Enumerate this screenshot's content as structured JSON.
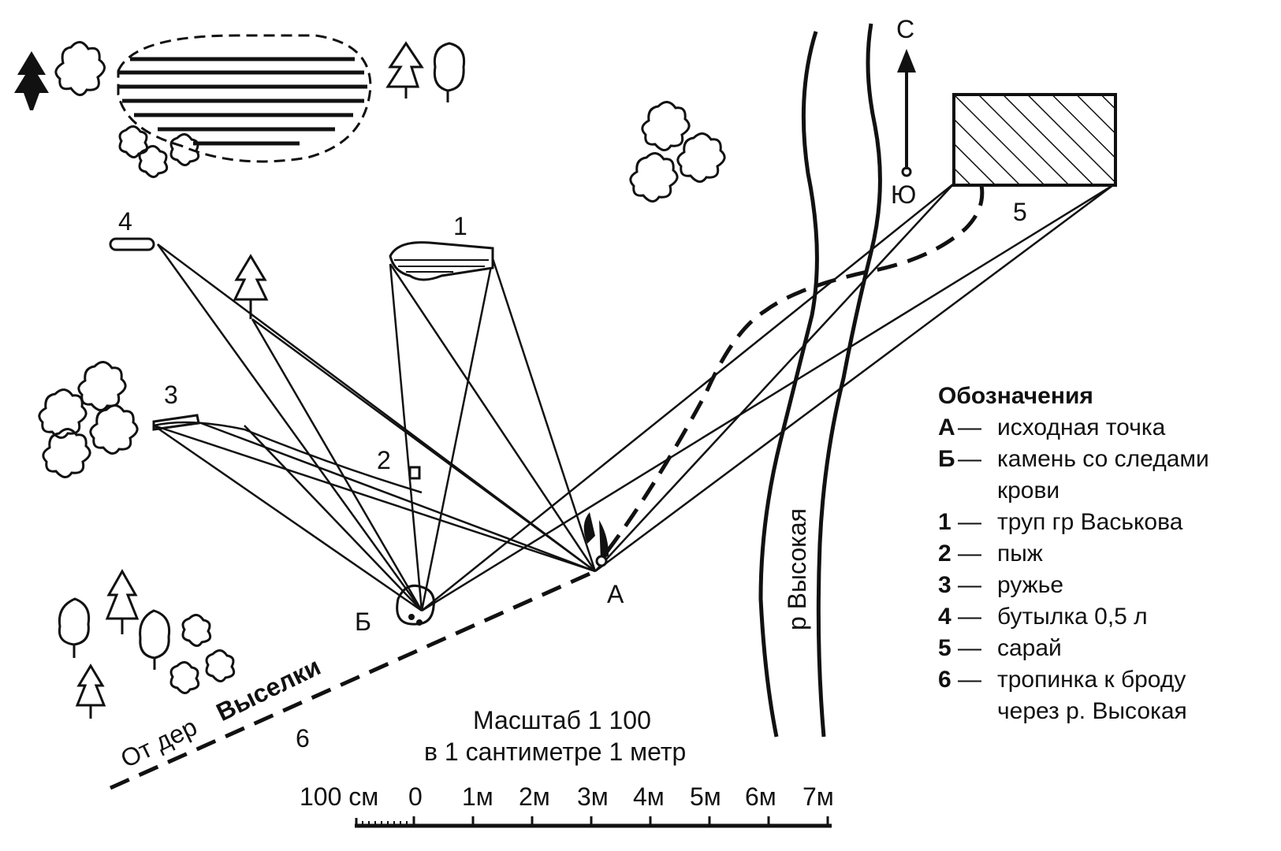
{
  "north": {
    "north_label": "С",
    "south_label": "Ю"
  },
  "points": {
    "a_label": "А",
    "b_label": "Б",
    "n1": "1",
    "n2": "2",
    "n3": "3",
    "n4": "4",
    "n5": "5",
    "n6": "6"
  },
  "river_label": "р Высокая",
  "path_label_prefix": "От дер",
  "path_label_village": "Выселки",
  "scale": {
    "title": "Масштаб 1 100",
    "subtitle": "в 1 сантиметре 1 метр",
    "ticks": [
      "100 см",
      "0",
      "1м",
      "2м",
      "3м",
      "4м",
      "5м",
      "6м",
      "7м"
    ]
  },
  "legend": {
    "title": "Обозначения",
    "items": [
      {
        "key": "А",
        "sep": "—",
        "text": "исходная точка"
      },
      {
        "key": "Б",
        "sep": "—",
        "text": "камень со следами"
      },
      {
        "key": "",
        "sep": "",
        "text": "крови"
      },
      {
        "key": "1",
        "sep": "—",
        "text": "труп гр  Васькова"
      },
      {
        "key": "2",
        "sep": "—",
        "text": "пыж"
      },
      {
        "key": "3",
        "sep": "—",
        "text": "ружье"
      },
      {
        "key": "4",
        "sep": "—",
        "text": "бутылка 0,5 л"
      },
      {
        "key": "5",
        "sep": "—",
        "text": "сарай"
      },
      {
        "key": "6",
        "sep": "—",
        "text": "тропинка к броду"
      },
      {
        "key": "",
        "sep": "",
        "text": "через р. Высокая"
      }
    ]
  }
}
